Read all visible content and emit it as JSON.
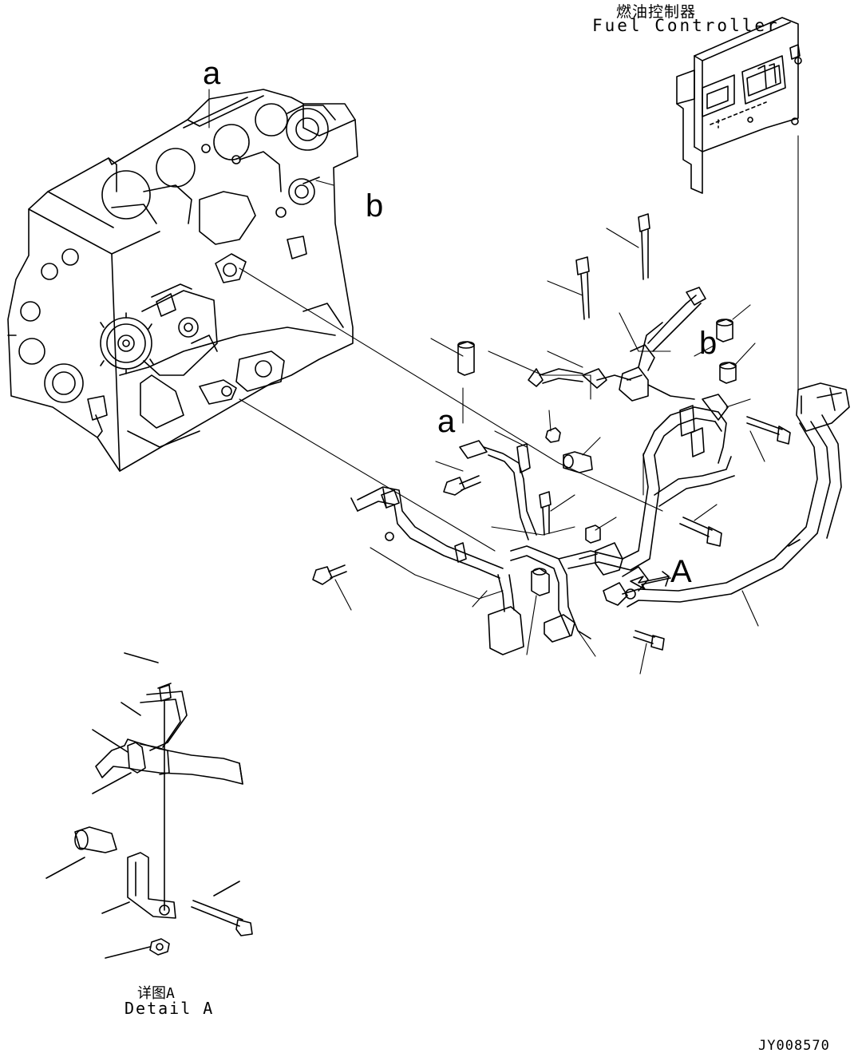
{
  "diagram": {
    "controller_label_cn": "燃油控制器",
    "controller_label_en": "Fuel Controller",
    "detail_label_cn": "详图A",
    "detail_label_en": "Detail A",
    "drawing_code": "JY008570",
    "callouts": {
      "a_top": "a",
      "b_right": "b",
      "b_harness": "b",
      "a_harness": "a",
      "A_arrow": "A"
    }
  }
}
